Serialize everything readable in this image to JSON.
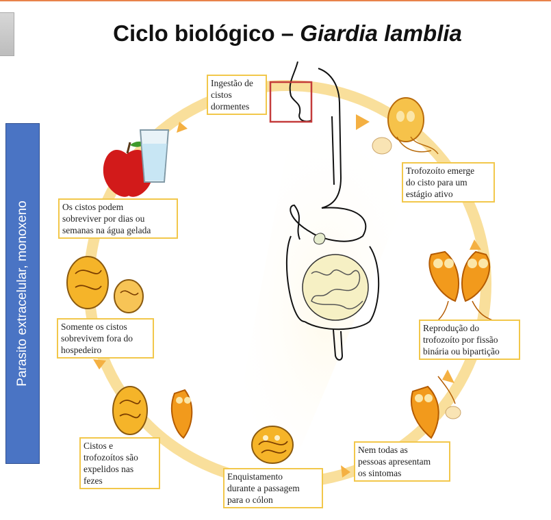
{
  "title": {
    "main": "Ciclo biológico – ",
    "organism": "Giardia lamblia"
  },
  "sidebar_text": "Parasito extracelular, monoxeno",
  "labels": {
    "ingestion": "Ingestão de\ncistos\ndormentes",
    "trophozoite_emerges": "Trofozoíto emerge\ndo cisto para um\nestágio ativo",
    "reproduction": "Reprodução do\ntrofozoíto por fissão\nbinária ou bipartição",
    "not_everyone": "Nem todas as\npessoas apresentam\nos sintomas",
    "encystment": "Enquistamento\ndurante a passagem\npara o cólon",
    "expelled": "Cistos e\ntrofozoítos são\nexpelidos nas\nfezes",
    "only_cysts": "Somente os cistos\nsobrevivem fora do\nhospedeiro",
    "cold_water": "Os cistos podem\nsobreviver por dias ou\nsemanas na água gelada"
  },
  "colors": {
    "cycle_ring": "#f9df9b",
    "label_border": "#f2c74a",
    "sidebar": "#4a74c4",
    "trophozoite": "#f29a1c",
    "cyst": "#f5b429",
    "highlight_box": "#c43b3b"
  },
  "icons": [
    "apple-icon",
    "water-glass-icon",
    "digestive-tract-icon",
    "trophozoite-icon",
    "cyst-icon"
  ]
}
